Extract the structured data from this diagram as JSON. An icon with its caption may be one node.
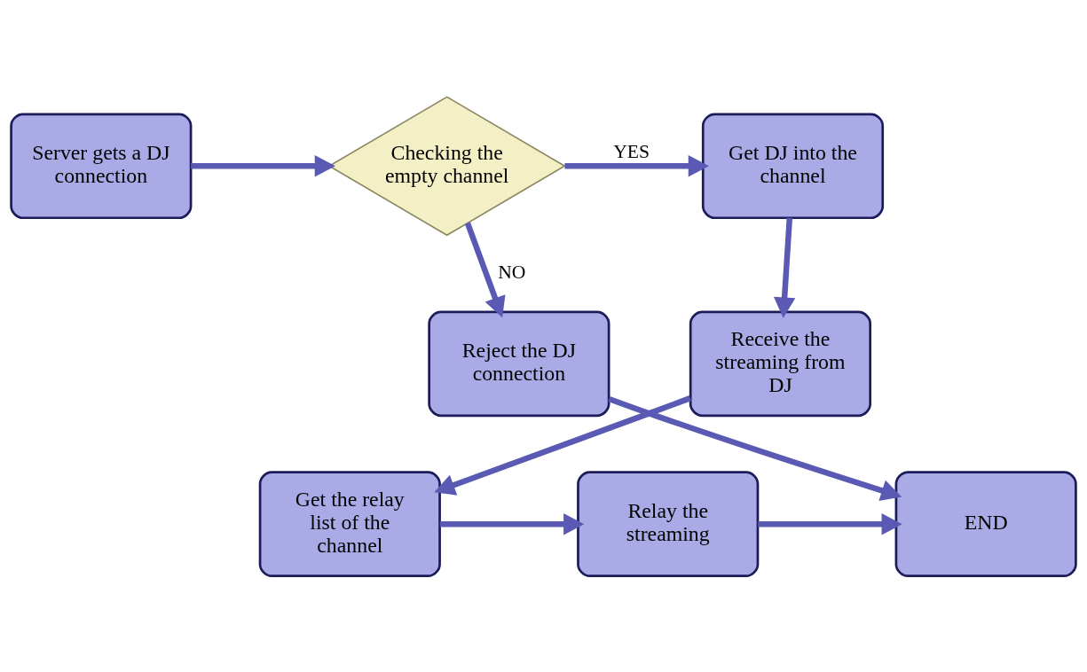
{
  "diagram": {
    "nodes": [
      {
        "text": [
          "Server gets a DJ connection"
        ]
      },
      {
        "text": [
          "Checking the empty channel"
        ]
      },
      {
        "text": [
          "Get DJ into the channel"
        ]
      },
      {
        "text": [
          "Reject the DJ connection"
        ]
      },
      {
        "text": [
          "Receive the streaming from DJ"
        ]
      },
      {
        "text": [
          "END"
        ]
      },
      {
        "text": [
          "Relay the streaming"
        ]
      },
      {
        "text": [
          "Get the relay list of the channel"
        ]
      }
    ],
    "edges": [
      {
        "from": 0,
        "to": 1,
        "arrow": "to"
      },
      {
        "from": 1,
        "to": 2,
        "arrow": "to",
        "label": "YES"
      },
      {
        "from": 1,
        "to": 3,
        "arrow": "to",
        "label": "NO"
      },
      {
        "from": 2,
        "to": 4,
        "arrow": "to"
      },
      {
        "from": 3,
        "to": 5,
        "arrow": "to"
      },
      {
        "from": 4,
        "to": 7,
        "arrow": "to"
      },
      {
        "from": 7,
        "to": 6,
        "arrow": "to"
      },
      {
        "from": 6,
        "to": 5,
        "arrow": "to"
      }
    ]
  }
}
